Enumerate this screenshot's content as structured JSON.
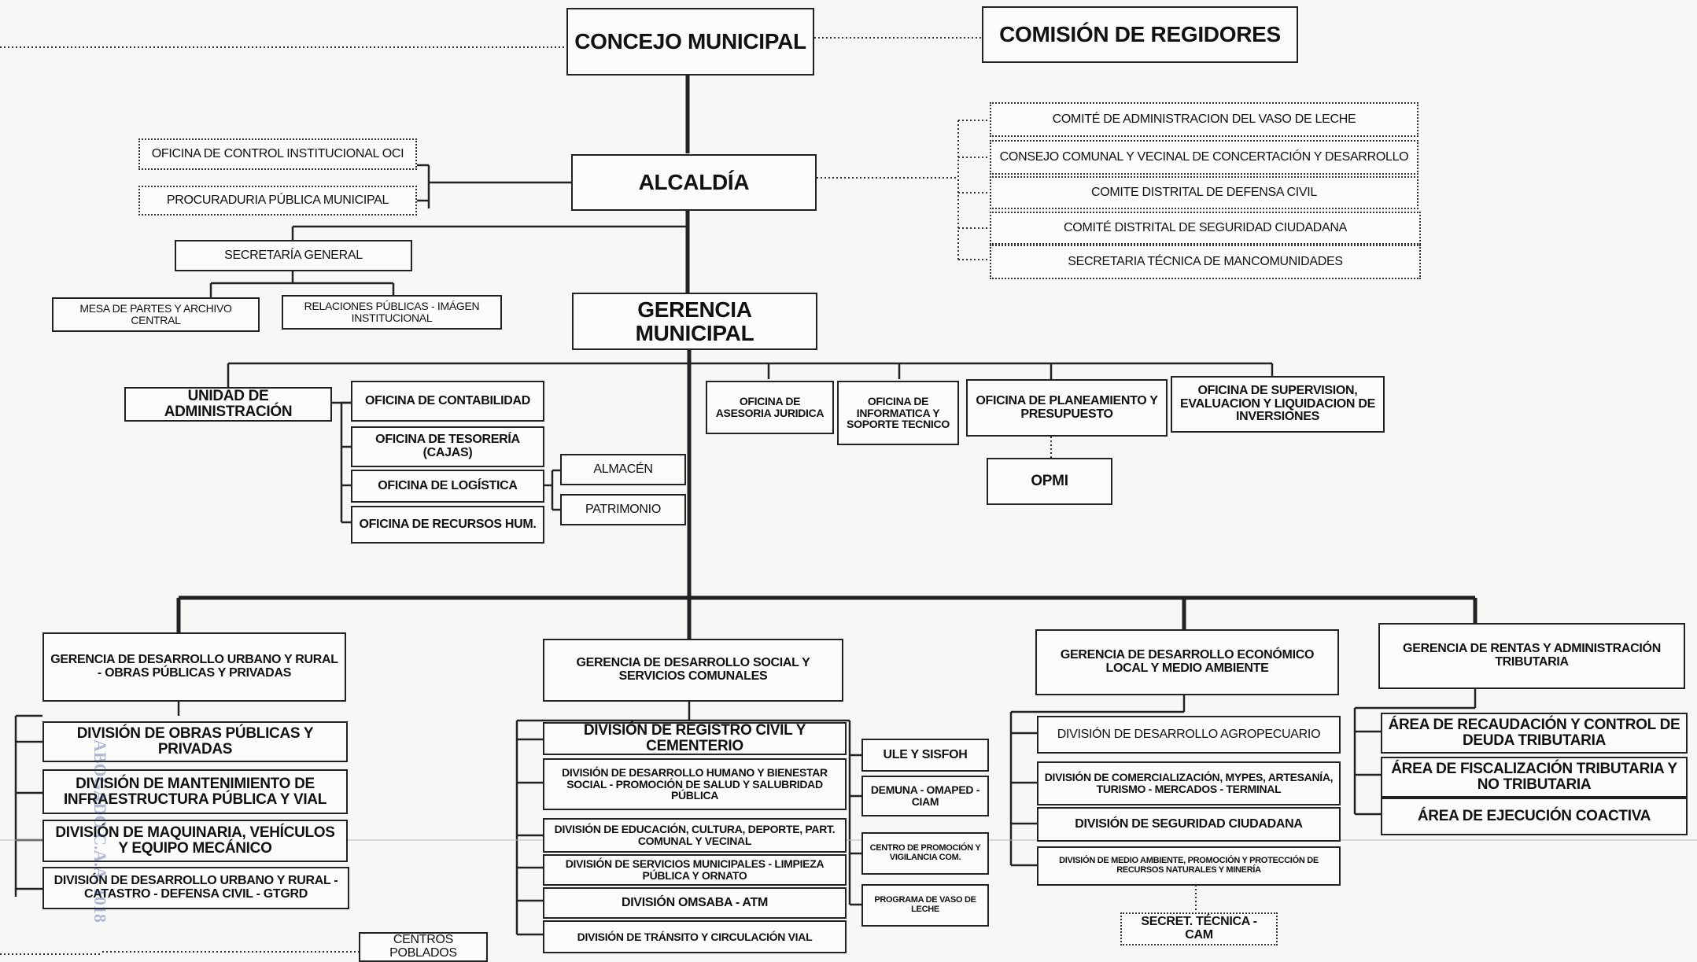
{
  "top": {
    "concejo": "CONCEJO MUNICIPAL",
    "comision": "COMISIÓN DE REGIDORES",
    "alcaldia": "ALCALDÍA",
    "gerencia_municipal": "GERENCIA MUNICIPAL"
  },
  "left_alcaldia": [
    "OFICINA DE CONTROL INSTITUCIONAL OCI",
    "PROCURADURIA PÚBLICA MUNICIPAL"
  ],
  "secretaria": {
    "title": "SECRETARÍA GENERAL",
    "children": [
      "MESA DE PARTES Y ARCHIVO CENTRAL",
      "RELACIONES PÚBLICAS - IMÁGEN INSTITUCIONAL"
    ]
  },
  "comites": [
    "COMITÉ DE ADMINISTRACION DEL VASO DE LECHE",
    "CONSEJO COMUNAL Y VECINAL DE CONCERTACIÓN Y DESARROLLO",
    "COMITE DISTRITAL DE DEFENSA CIVIL",
    "COMITÉ DISTRITAL DE SEGURIDAD CIUDADANA",
    "SECRETARIA TÉCNICA DE MANCOMUNIDADES"
  ],
  "administracion": {
    "title": "UNIDAD DE ADMINISTRACIÓN",
    "offices": [
      "OFICINA DE CONTABILIDAD",
      "OFICINA DE TESORERÍA (CAJAS)",
      "OFICINA DE LOGÍSTICA",
      "OFICINA DE RECURSOS HUM."
    ],
    "logistica_children": [
      "ALMACÉN",
      "PATRIMONIO"
    ]
  },
  "staff_offices": [
    "OFICINA DE ASESORIA JURIDICA",
    "OFICINA DE INFORMATICA Y SOPORTE TECNICO",
    "OFICINA DE PLANEAMIENTO Y PRESUPUESTO",
    "OFICINA DE SUPERVISION, EVALUACION Y LIQUIDACION DE INVERSIONES"
  ],
  "opmi": "OPMI",
  "gerencias": [
    {
      "title": "GERENCIA DE DESARROLLO URBANO Y RURAL - OBRAS PÚBLICAS Y PRIVADAS",
      "divisions": [
        "DIVISIÓN DE OBRAS PÚBLICAS Y PRIVADAS",
        "DIVISIÓN DE MANTENIMIENTO DE INFRAESTRUCTURA PÚBLICA Y VIAL",
        "DIVISIÓN DE MAQUINARIA, VEHÍCULOS Y EQUIPO MECÁNICO",
        "DIVISIÓN DE DESARROLLO URBANO Y RURAL - CATASTRO - DEFENSA CIVIL - GTGRD"
      ],
      "extra": "CENTROS POBLADOS"
    },
    {
      "title": "GERENCIA DE DESARROLLO SOCIAL Y SERVICIOS COMUNALES",
      "divisions": [
        "DIVISIÓN DE REGISTRO CIVIL Y CEMENTERIO",
        "DIVISIÓN DE DESARROLLO HUMANO Y BIENESTAR SOCIAL - PROMOCIÓN DE SALUD Y SALUBRIDAD PÚBLICA",
        "DIVISIÓN DE EDUCACIÓN, CULTURA, DEPORTE, PART. COMUNAL Y VECINAL",
        "DIVISIÓN DE SERVICIOS MUNICIPALES - LIMPIEZA PÚBLICA Y ORNATO",
        "DIVISIÓN OMSABA - ATM",
        "DIVISIÓN DE TRÁNSITO Y CIRCULACIÓN VIAL"
      ],
      "programs": [
        "ULE Y SISFOH",
        "DEMUNA - OMAPED - CIAM",
        "CENTRO DE PROMOCIÓN Y VIGILANCIA COM.",
        "PROGRAMA DE VASO DE LECHE"
      ]
    },
    {
      "title": "GERENCIA DE DESARROLLO ECONÓMICO LOCAL Y MEDIO AMBIENTE",
      "divisions": [
        "DIVISIÓN DE DESARROLLO AGROPECUARIO",
        "DIVISIÓN DE COMERCIALIZACIÓN, MYPES, ARTESANÍA, TURISMO - MERCADOS - TERMINAL",
        "DIVISIÓN DE SEGURIDAD CIUDADANA",
        "DIVISIÓN DE MEDIO AMBIENTE, PROMOCIÓN Y PROTECCIÓN DE RECURSOS NATURALES Y MINERÍA"
      ],
      "extra": "SECRET. TÉCNICA - CAM"
    },
    {
      "title": "GERENCIA DE RENTAS Y ADMINISTRACIÓN TRIBUTARIA",
      "divisions": [
        "ÁREA DE RECAUDACIÓN Y CONTROL DE DEUDA TRIBUTARIA",
        "ÁREA DE FISCALIZACIÓN TRIBUTARIA Y NO TRIBUTARIA",
        "ÁREA DE EJECUCIÓN COACTIVA"
      ]
    }
  ],
  "stamp": "ABOGADO C.A.A. 1018"
}
